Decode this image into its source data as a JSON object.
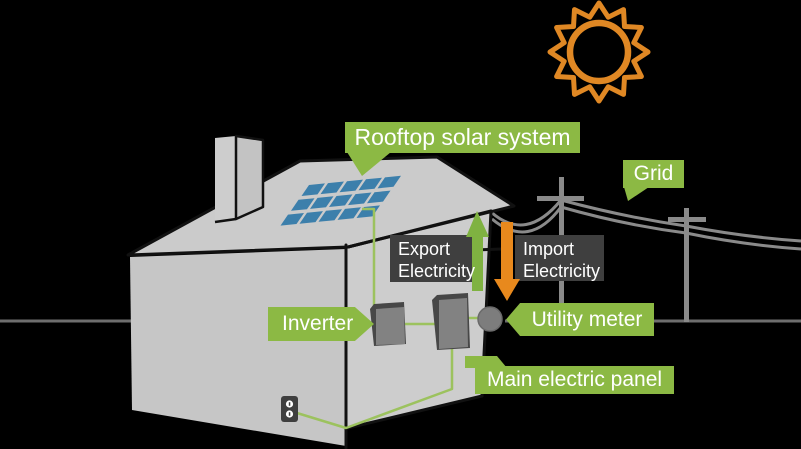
{
  "scene": {
    "title_label": "Rooftop solar system",
    "grid_label": "Grid",
    "inverter_label": "Inverter",
    "utility_meter_label": "Utility meter",
    "main_panel_label": "Main electric panel",
    "export_flow": {
      "line1": "Export",
      "line2": "Electricity"
    },
    "import_flow": {
      "line1": "Import",
      "line2": "Electricity"
    }
  },
  "colors": {
    "background": "#000000",
    "label_green": "#8cb944",
    "arrow_green": "#7fb241",
    "wire_green": "#9cc25e",
    "flow_label_bg": "#3f3f3f",
    "sun_orange": "#e08824",
    "import_orange": "#e8891d",
    "panel_blue": "#3c7fab",
    "house_gray": "#cbcbcb",
    "wall_gray": "#c6c6c6",
    "gable_gray": "#cdcdcd",
    "equipment_gray": "#828282",
    "equipment_dark": "#474747",
    "pole_gray": "#8a8a8a",
    "ground_gray": "#6e6e6e",
    "outline_black": "#111111",
    "text_white": "#ffffff"
  },
  "solar_array": {
    "rows": 3,
    "cols": 5
  }
}
